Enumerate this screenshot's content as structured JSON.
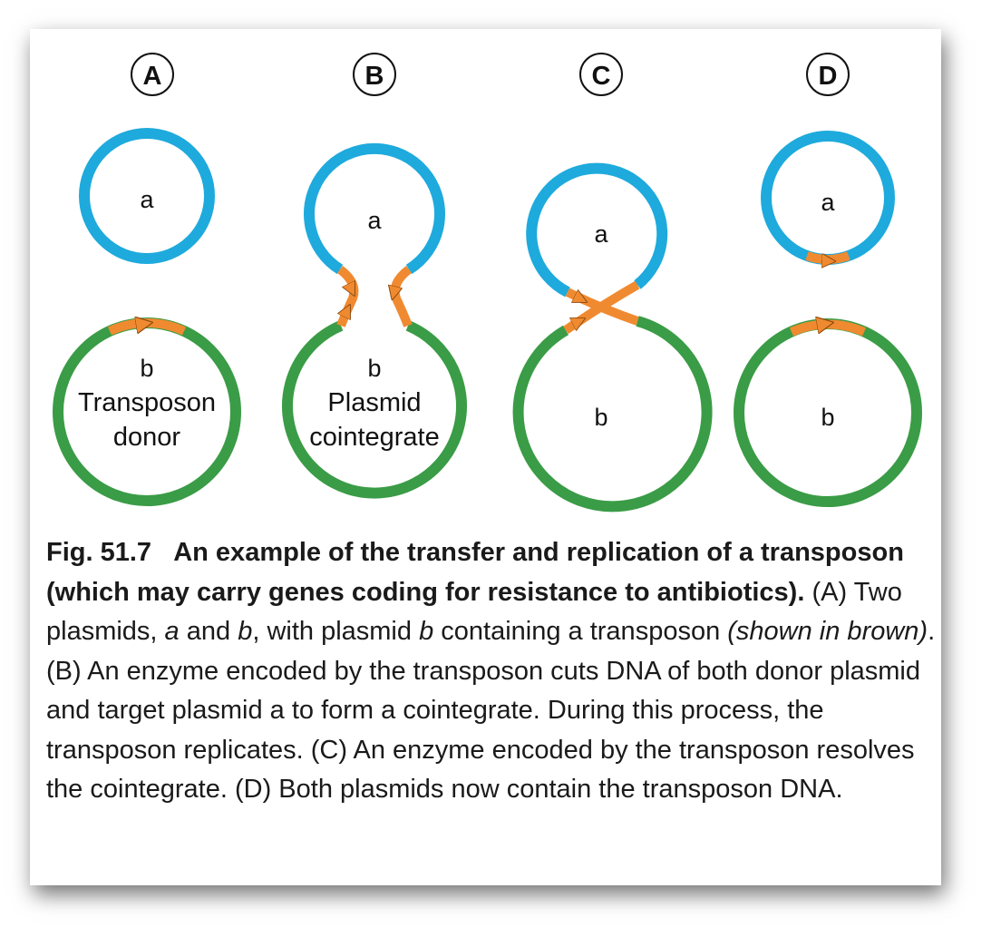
{
  "panels": [
    {
      "letter": "A",
      "top_label": "a",
      "bottom_lines": [
        "b",
        "Transposon",
        "donor"
      ]
    },
    {
      "letter": "B",
      "top_label": "a",
      "bottom_lines": [
        "b",
        "Plasmid",
        "cointegrate"
      ]
    },
    {
      "letter": "C",
      "top_label": "a",
      "bottom_lines": [
        "b"
      ]
    },
    {
      "letter": "D",
      "top_label": "a",
      "bottom_lines": [
        "b"
      ]
    }
  ],
  "colors": {
    "plasmid_a": "#1eaadc",
    "plasmid_b": "#3a9c46",
    "transposon": "#f08a30"
  },
  "caption": {
    "fig_label": "Fig. 51.7",
    "bold_title": "An example of the transfer and replication of a transposon (which may carry genes coding for resistance to antibiotics).",
    "part1": " (A) Two plasmids, ",
    "italic_a": "a",
    "part2": " and ",
    "italic_b": "b",
    "part3": ", with plasmid ",
    "italic_b2": "b",
    "part4": " containing a transposon ",
    "italic_shown": "(shown in brown)",
    "part5": ". (B) An enzyme encoded by the transposon cuts DNA of both donor plasmid and target plasmid a to form a cointegrate. During this process, the transposon replicates. (C) An enzyme encoded by the transposon resolves the cointegrate. (D) Both plasmids now contain the transposon DNA."
  }
}
